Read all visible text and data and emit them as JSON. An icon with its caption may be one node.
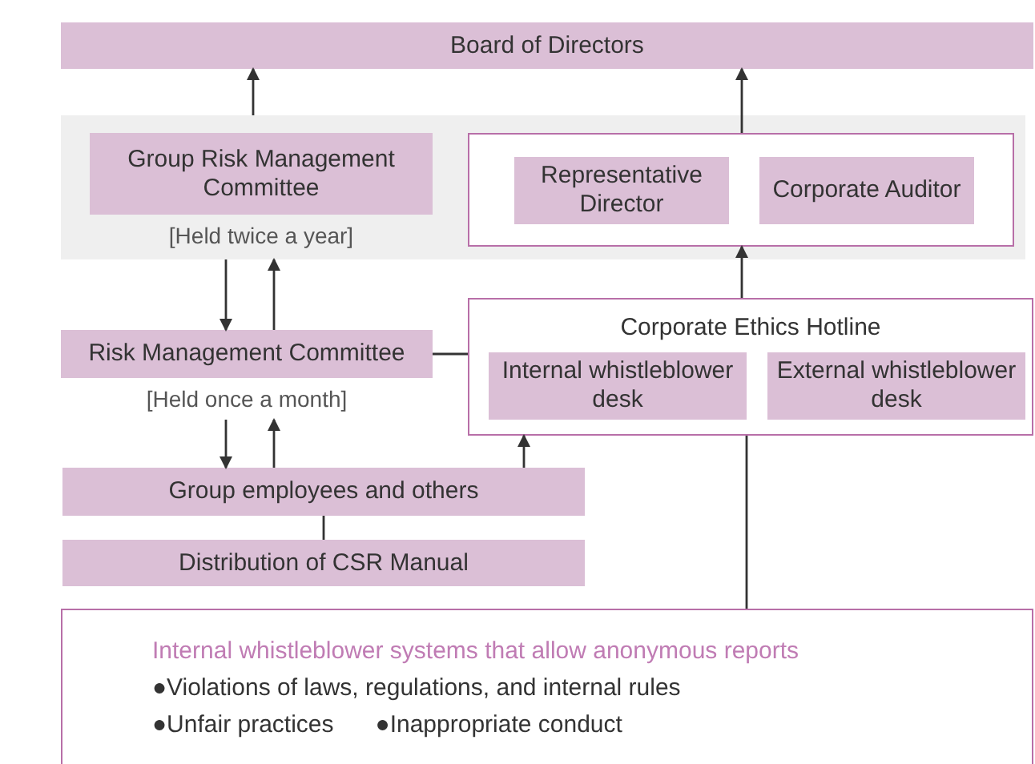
{
  "diagram": {
    "nodes": [
      {
        "text": [
          "Board of Directors"
        ]
      },
      {
        "text": [],
        "shape": "box"
      },
      {
        "text": [
          "Group Risk Management Committee"
        ],
        "in": 1,
        "beside": [
          "[Held twice a year]"
        ]
      },
      {
        "text": [],
        "shape": "box",
        "in": 1
      },
      {
        "text": [
          "Representative Director"
        ],
        "in": 3
      },
      {
        "text": [
          "Corporate Auditor"
        ],
        "in": 3
      },
      {
        "text": [
          "Risk Management Committee"
        ],
        "beside": [
          "[Held once a month]"
        ]
      },
      {
        "text": [
          "Corporate Ethics Hotline"
        ]
      },
      {
        "text": [
          "Internal whistleblower desk"
        ],
        "in": 7
      },
      {
        "text": [
          "External whistleblower desk"
        ],
        "in": 7
      },
      {
        "text": [
          "Group employees and others"
        ]
      },
      {
        "text": [
          "Distribution of CSR Manual"
        ]
      },
      {
        "text": [
          "Internal whistleblower systems that allow anonymous reports",
          "●Violations of laws, regulations, and internal rules",
          "●Unfair practices",
          "●Inappropriate conduct"
        ]
      }
    ],
    "edges": [
      {
        "from": 1,
        "to": 0,
        "arrow": "to"
      },
      {
        "from": 3,
        "to": 0,
        "arrow": "to"
      },
      {
        "from": 1,
        "to": 6,
        "arrow": "to"
      },
      {
        "from": 6,
        "to": 1,
        "arrow": "to"
      },
      {
        "from": 7,
        "to": 3,
        "arrow": "to"
      },
      {
        "from": 6,
        "to": 7,
        "arrow": "none"
      },
      {
        "from": 6,
        "to": 10,
        "arrow": "to"
      },
      {
        "from": 10,
        "to": 6,
        "arrow": "to"
      },
      {
        "from": 10,
        "to": 7,
        "arrow": "to"
      },
      {
        "from": 10,
        "to": 11,
        "arrow": "none"
      },
      {
        "from": 7,
        "to": 12,
        "arrow": "none"
      }
    ]
  }
}
